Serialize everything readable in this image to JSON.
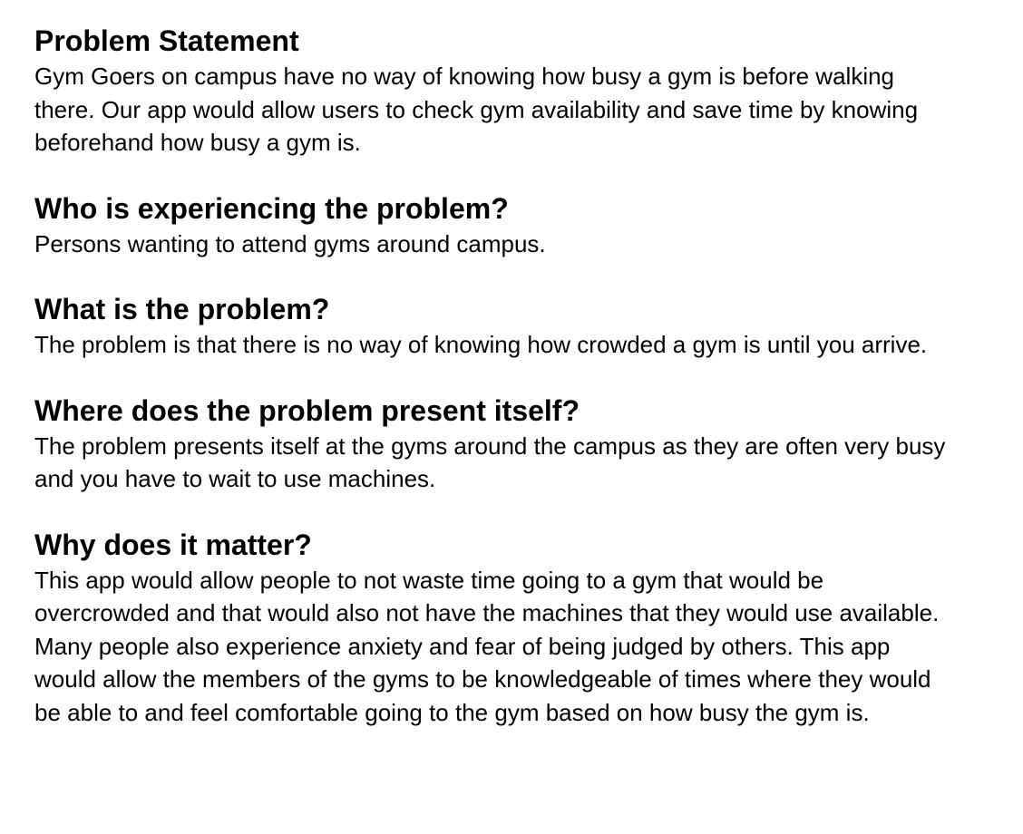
{
  "sections": [
    {
      "heading": "Problem Statement",
      "body": "Gym Goers on campus have no way of knowing how busy a gym is before walking\nthere. Our app would allow users to check gym availability and save time by knowing\nbeforehand how busy a gym is."
    },
    {
      "heading": "Who is experiencing the problem?",
      "body": "Persons wanting to attend gyms around campus."
    },
    {
      "heading": "What is the problem?",
      "body": "The problem is that there is no way of knowing how crowded a gym is until you arrive."
    },
    {
      "heading": "Where does the problem present itself?",
      "body": "The problem presents itself at the gyms around the campus as they are often very busy\nand you have to wait to use machines."
    },
    {
      "heading": "Why does it matter?",
      "body": "This app would allow people to not waste time going to a gym that would be\novercrowded and that would also not have the machines that they would use available.\nMany people also experience anxiety and fear of being judged by others. This app\nwould allow the members of the gyms to be knowledgeable of times where they would\nbe able to and feel comfortable going to the gym based on how busy the gym is."
    }
  ]
}
